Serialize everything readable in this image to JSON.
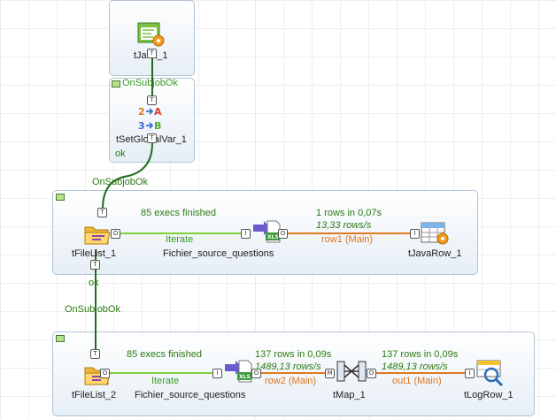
{
  "components": {
    "tjava": {
      "label": "tJava_1"
    },
    "tsetglobalvar": {
      "label": "tSetGlobalVar_1",
      "icon_text_a": "2",
      "icon_text_a2": "A",
      "icon_text_b": "3",
      "icon_text_b2": "B"
    },
    "tfilelist1": {
      "label": "tFileList_1"
    },
    "fichier1": {
      "label": "Fichier_source_questions"
    },
    "tjavarow": {
      "label": "tJavaRow_1"
    },
    "tfilelist2": {
      "label": "tFileList_2"
    },
    "fichier2": {
      "label": "Fichier_source_questions"
    },
    "tmap": {
      "label": "tMap_1"
    },
    "tlogrow": {
      "label": "tLogRow_1"
    }
  },
  "links": {
    "onsubjobok_1": "OnSubjobOk",
    "ok_1": "ok",
    "onsubjobok_2": "OnSubjobOk",
    "ok_2": "ok",
    "onsubjobok_3": "OnSubjobOk"
  },
  "flow1": {
    "execs": "85 execs finished",
    "iterate": "Iterate",
    "rows_stat": "1 rows in 0,07s",
    "rate": "13,33 rows/s",
    "row_name": "row1 (Main)"
  },
  "flow2": {
    "execs": "85 execs finished",
    "iterate": "Iterate",
    "rows_stat": "137 rows in 0,09s",
    "rate": "1489,13 rows/s",
    "row_name": "row2 (Main)",
    "rows_stat_out": "137 rows in 0,09s",
    "rate_out": "1489,13 rows/s",
    "out_name": "out1 (Main)"
  },
  "ports": {
    "trigger": "T",
    "iterate": "I",
    "output": "O",
    "main": "M"
  },
  "colors": {
    "trigger_line": "#1f6e1f",
    "iterate_line": "#7fd13a",
    "main_line": "#e0781e",
    "subjob_bg": "#e6eef6"
  }
}
